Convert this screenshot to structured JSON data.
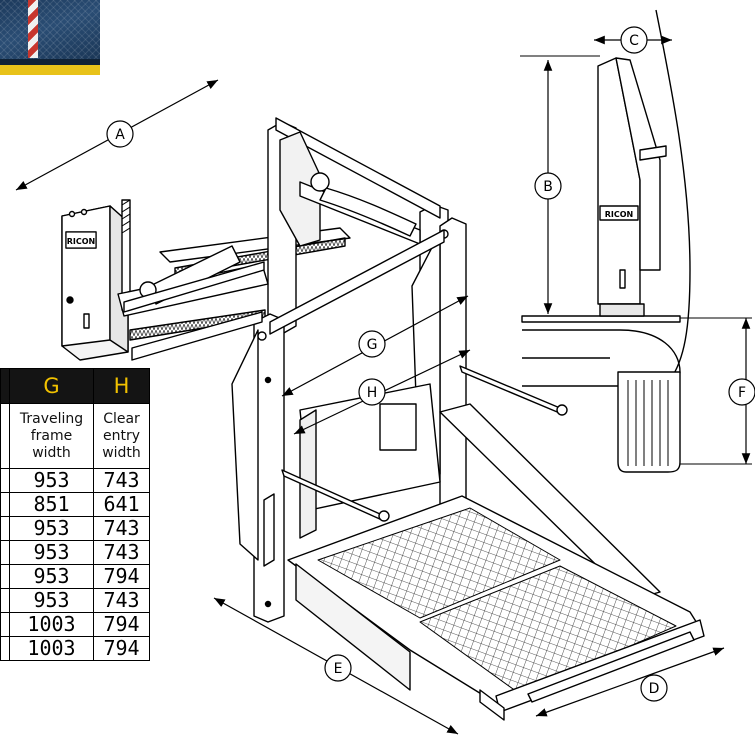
{
  "photo": {
    "alt_icon": "platform-photo-thumbnail"
  },
  "callouts": {
    "a": "A",
    "b": "B",
    "c": "C",
    "d": "D",
    "e": "E",
    "f": "F",
    "g": "G",
    "h": "H"
  },
  "brand": "RICON",
  "table": {
    "headers": [
      "G",
      "H"
    ],
    "descriptions": [
      "Traveling frame width",
      "Clear entry width"
    ],
    "desc_lines": {
      "g": [
        "Traveling",
        "frame",
        "width"
      ],
      "h": [
        "Clear",
        "entry",
        "width"
      ]
    },
    "rows": [
      [
        "953",
        "743"
      ],
      [
        "851",
        "641"
      ],
      [
        "953",
        "743"
      ],
      [
        "953",
        "743"
      ],
      [
        "953",
        "794"
      ],
      [
        "953",
        "743"
      ],
      [
        "1003",
        "794"
      ],
      [
        "1003",
        "794"
      ]
    ]
  },
  "colors": {
    "header_bg": "#141414",
    "header_text": "#f2c200",
    "line": "#000000"
  }
}
